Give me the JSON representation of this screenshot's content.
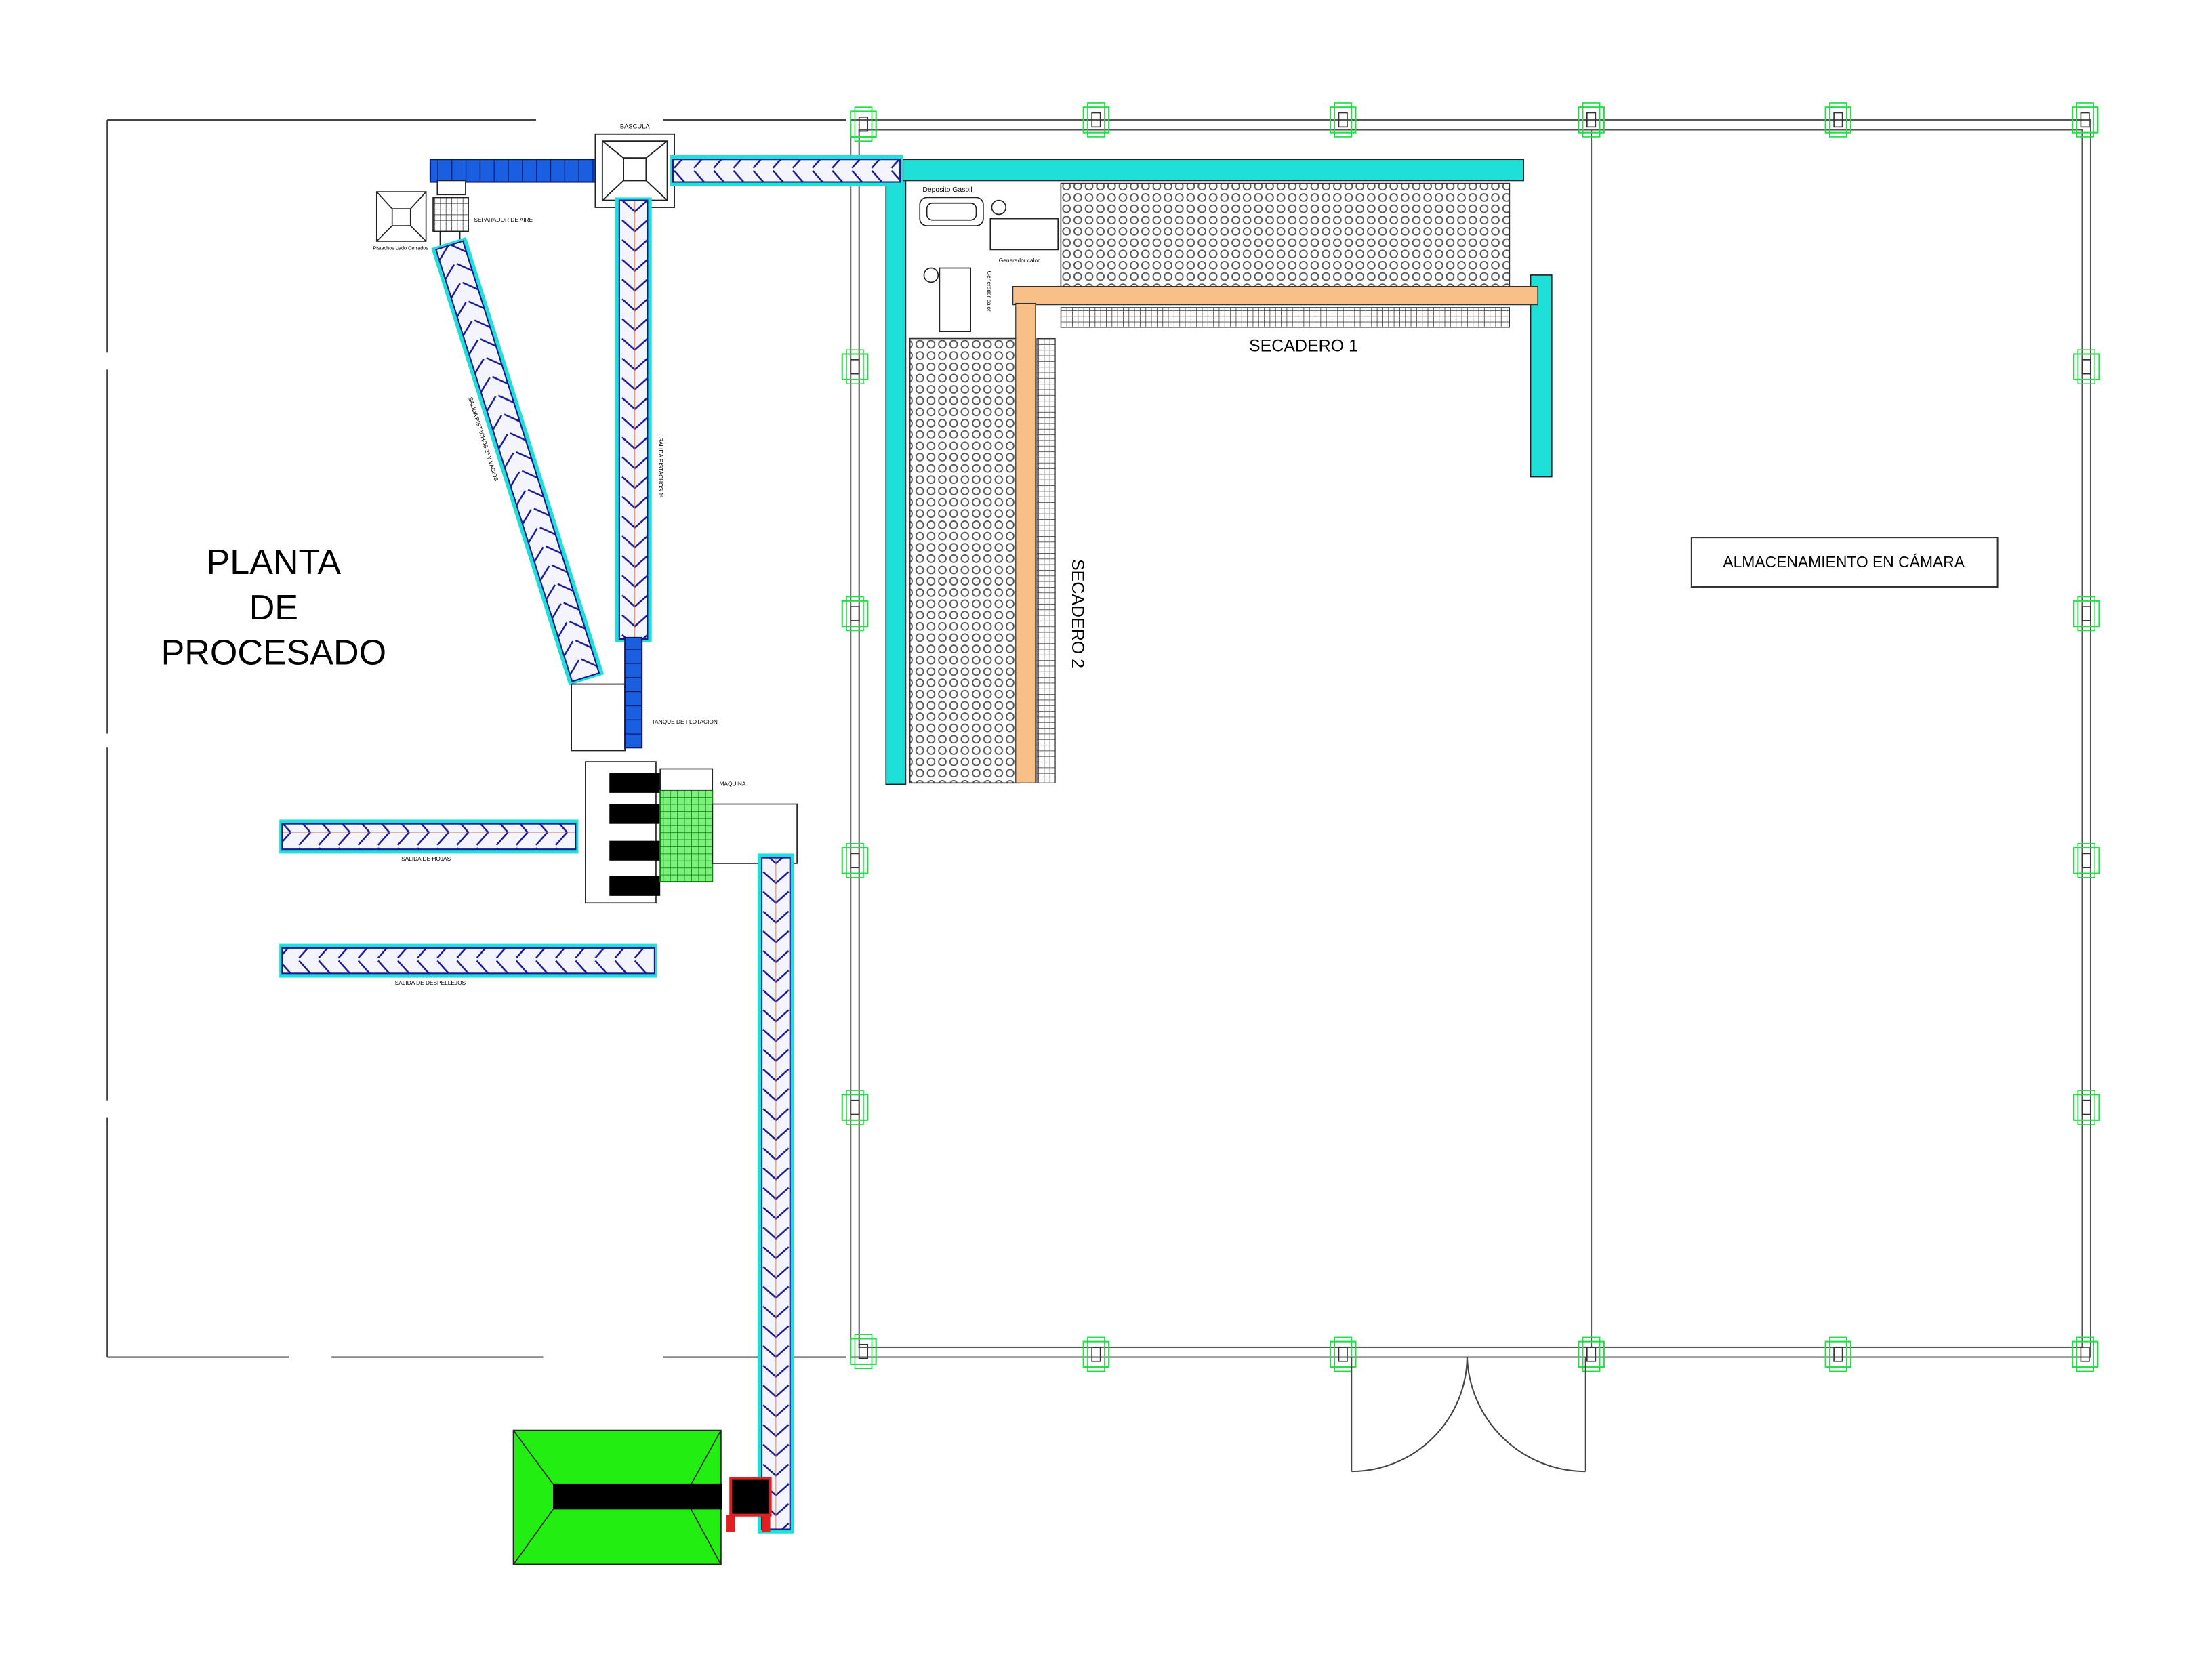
{
  "areas": {
    "processing_plant": [
      "PLANTA",
      "DE",
      "PROCESADO"
    ],
    "dryer_1": "SECADERO 1",
    "dryer_2": "SECADERO 2",
    "cold_storage": "ALMACENAMIENTO EN CÁMARA"
  },
  "equipment": {
    "scale": "BASCULA",
    "air_separator": "SEPARADOR DE AIRE",
    "closed_pistachios": "Pistachos Lado Cerrados",
    "flotation_tank": "TANQUE DE FLOTACION",
    "machine": "MAQUINA",
    "diesel_tank": "Deposito Gasoil",
    "heat_generator_1": "Generador calor",
    "heat_generator_2": "Generador calor"
  },
  "conveyors": {
    "pistachios_1st": "SALIDA PISTACHOS 1ª",
    "pistachios_2nd": "SALIDA PISTACHOS 2ª Y VACIOS",
    "leaves_exit": "SALIDA DE HOJAS",
    "peels_exit": "SALIDA DE DESPELLEJOS"
  },
  "colors": {
    "conveyor_cyan": "#1fe0d8",
    "conveyor_blue": "#1a5fe0",
    "column_green": "#22dd44",
    "hopper_green": "#22ee11",
    "dryer_orange": "#f8c088",
    "chevron_navy": "#1a1a90"
  }
}
